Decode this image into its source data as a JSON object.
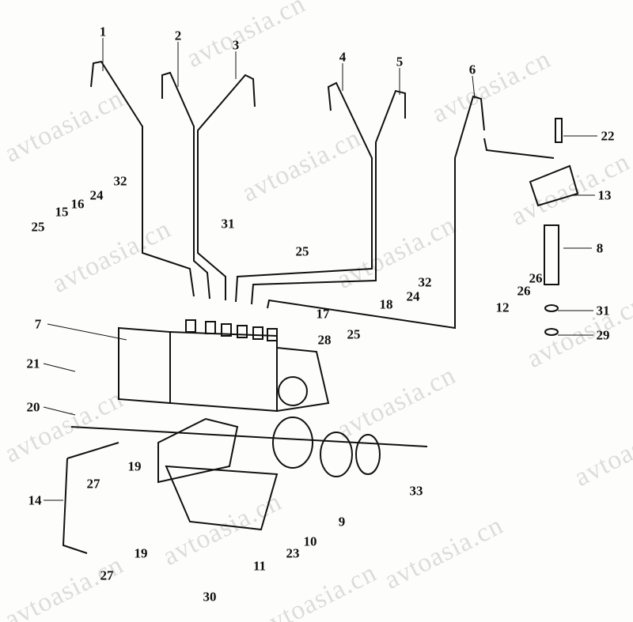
{
  "watermark": "avtoasia.cn",
  "callouts": [
    "1",
    "2",
    "3",
    "4",
    "5",
    "6",
    "22",
    "32",
    "24",
    "13",
    "16",
    "15",
    "31",
    "25",
    "25",
    "8",
    "32",
    "24",
    "18",
    "17",
    "25",
    "28",
    "26",
    "26",
    "12",
    "31",
    "29",
    "7",
    "21",
    "20",
    "19",
    "27",
    "33",
    "9",
    "14",
    "10",
    "19",
    "11",
    "23",
    "27",
    "30"
  ]
}
